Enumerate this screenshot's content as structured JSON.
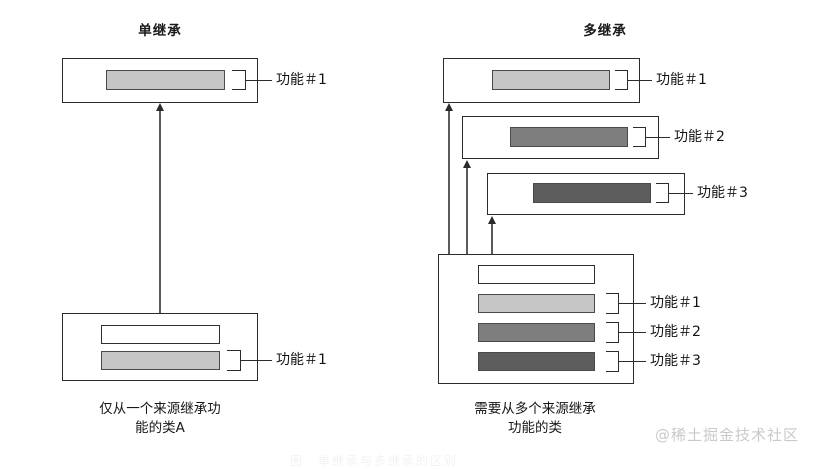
{
  "figure": {
    "title_left": "单继承",
    "title_right": "多继承",
    "caption_left": "仅从一个来源继承功\n能的类A",
    "caption_right": "需要从多个来源继承\n功能的类",
    "watermark": "@稀土掘金技术社区",
    "figcaption": "图　单继承与多继承的区别"
  },
  "colors": {
    "bar_empty": "#ffffff",
    "bar_light": "#c6c6c6",
    "bar_mid": "#7e7e7e",
    "bar_dark": "#5d5d5d",
    "box_border": "#2b2b2b",
    "arrow": "#5a5a5a",
    "watermark": "#c9c9c9"
  },
  "left": {
    "parent_box": {
      "name": "单继承父类",
      "bars": [
        {
          "fill": "light",
          "label": "功能＃1"
        }
      ]
    },
    "child_box": {
      "name": "单继承子类A",
      "bars": [
        {
          "fill": "empty",
          "label": ""
        },
        {
          "fill": "light",
          "label": "功能＃1"
        }
      ]
    },
    "callouts": [
      {
        "text": "功能＃1"
      },
      {
        "text": "功能＃1"
      }
    ]
  },
  "right": {
    "source_boxes": [
      {
        "name": "来源类1",
        "fill": "light",
        "label": "功能＃1"
      },
      {
        "name": "来源类2",
        "fill": "mid",
        "label": "功能＃2"
      },
      {
        "name": "来源类3",
        "fill": "dark",
        "label": "功能＃3"
      }
    ],
    "child_box": {
      "name": "多继承子类",
      "bars": [
        {
          "fill": "empty",
          "label": ""
        },
        {
          "fill": "light",
          "label": "功能＃1"
        },
        {
          "fill": "mid",
          "label": "功能＃2"
        },
        {
          "fill": "dark",
          "label": "功能＃3"
        }
      ]
    },
    "callouts": [
      {
        "text": "功能＃1"
      },
      {
        "text": "功能＃2"
      },
      {
        "text": "功能＃3"
      },
      {
        "text": "功能＃1"
      },
      {
        "text": "功能＃2"
      },
      {
        "text": "功能＃3"
      }
    ]
  }
}
